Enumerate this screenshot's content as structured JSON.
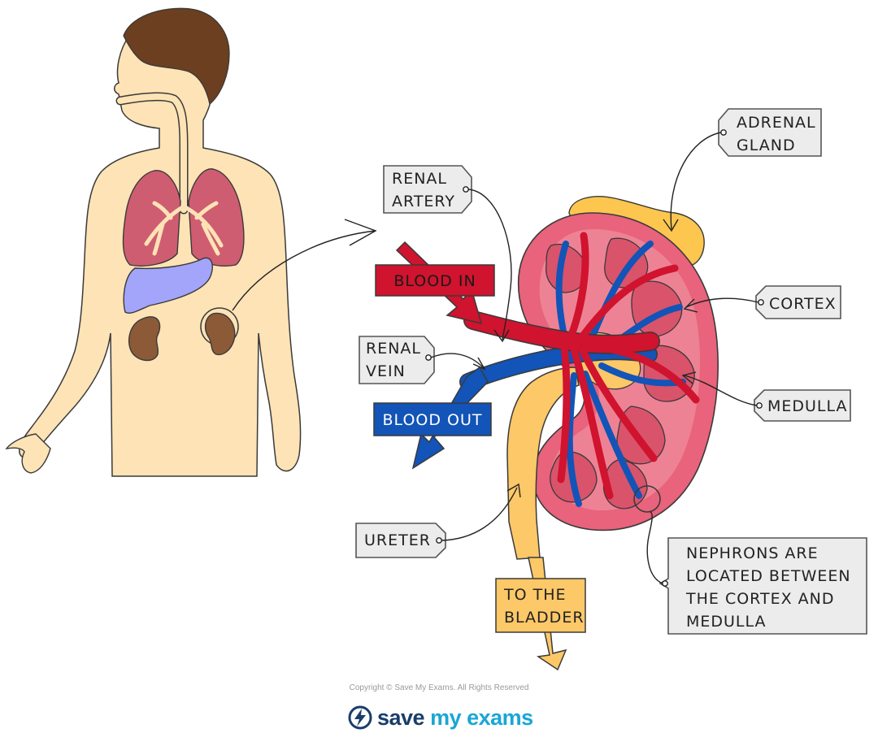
{
  "labels": {
    "adrenal_gland": [
      "ADRENAL",
      "GLAND"
    ],
    "renal_artery": [
      "RENAL",
      "ARTERY"
    ],
    "blood_in": "BLOOD IN",
    "renal_vein": [
      "RENAL",
      "VEIN"
    ],
    "blood_out": "BLOOD OUT",
    "cortex": "CORTEX",
    "medulla": "MEDULLA",
    "ureter": "URETER",
    "to_the_bladder": [
      "TO THE",
      "BLADDER"
    ],
    "nephrons_note": [
      "NEPHRONS ARE",
      "LOCATED BETWEEN",
      "THE CORTEX AND",
      "MEDULLA"
    ]
  },
  "footer": {
    "copyright": "Copyright © Save My Exams. All Rights Reserved",
    "brand_first": "save",
    "brand_second": "my exams"
  },
  "colors": {
    "skin": "#fde3b5",
    "hair": "#6b3f1f",
    "lungs": "#cf5d71",
    "liver": "#a3a5fb",
    "kidney_small": "#8c5a37",
    "kidney_cortex": "#e8637b",
    "medulla_pyramid": "#d9536b",
    "artery": "#d0132e",
    "vein": "#1254b7",
    "ureter": "#fcc868",
    "adrenal": "#fdc64f",
    "label_bg": "#ececec",
    "brand": "#1a3d6b",
    "brand_accent": "#1aa6d6"
  }
}
